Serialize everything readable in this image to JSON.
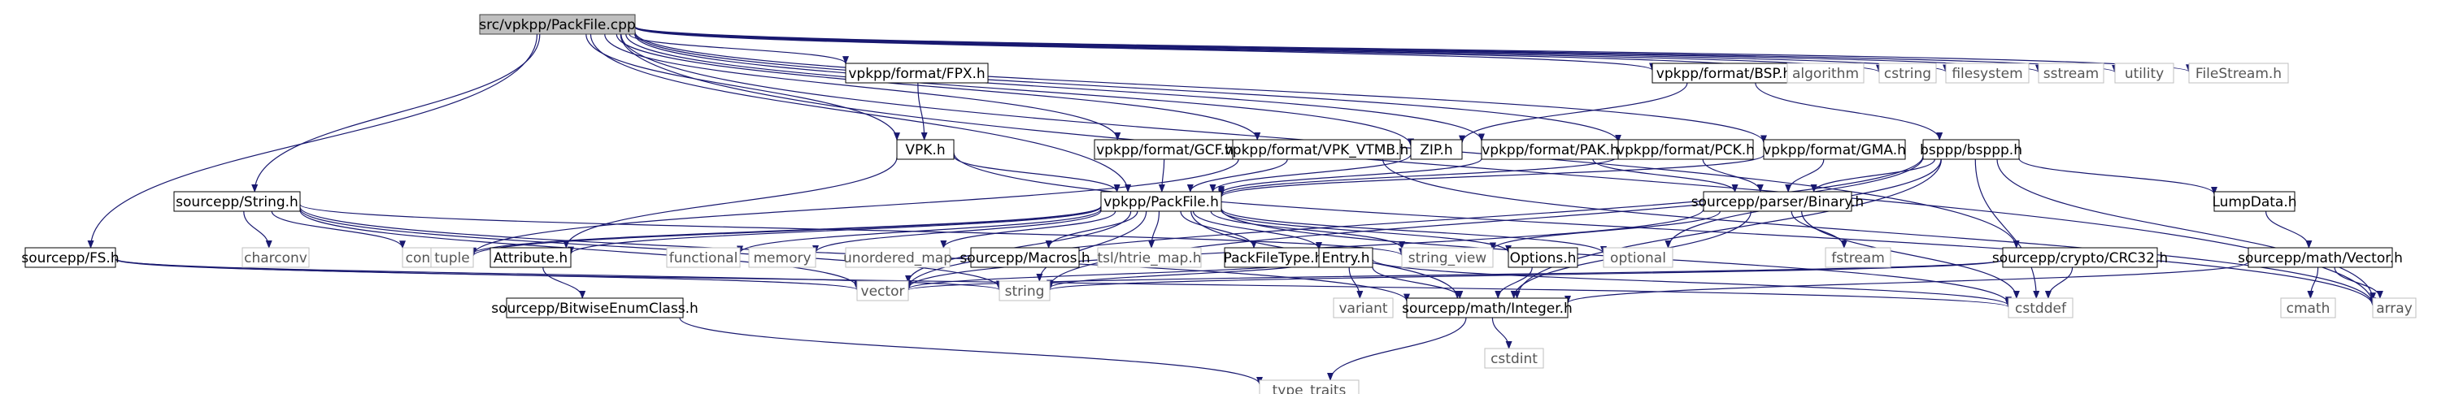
{
  "diagram": {
    "nodes": [
      {
        "id": "src",
        "label": "src/vpkpp/PackFile.cpp",
        "style": "root"
      },
      {
        "id": "fpx",
        "label": "vpkpp/format/FPX.h",
        "style": "box"
      },
      {
        "id": "vpk",
        "label": "VPK.h",
        "style": "box"
      },
      {
        "id": "bsp",
        "label": "vpkpp/format/BSP.h",
        "style": "box"
      },
      {
        "id": "gcf",
        "label": "vpkpp/format/GCF.h",
        "style": "box"
      },
      {
        "id": "vtmb",
        "label": "vpkpp/format/VPK_VTMB.h",
        "style": "box"
      },
      {
        "id": "zip",
        "label": "ZIP.h",
        "style": "box"
      },
      {
        "id": "pak",
        "label": "vpkpp/format/PAK.h",
        "style": "box"
      },
      {
        "id": "pck",
        "label": "vpkpp/format/PCK.h",
        "style": "box"
      },
      {
        "id": "gma",
        "label": "vpkpp/format/GMA.h",
        "style": "box"
      },
      {
        "id": "bsppp",
        "label": "bsppp/bsppp.h",
        "style": "box"
      },
      {
        "id": "packfile",
        "label": "vpkpp/PackFile.h",
        "style": "box"
      },
      {
        "id": "binary",
        "label": "sourcepp/parser/Binary.h",
        "style": "box"
      },
      {
        "id": "lumpdata",
        "label": "LumpData.h",
        "style": "box"
      },
      {
        "id": "string_h",
        "label": "sourcepp/String.h",
        "style": "box"
      },
      {
        "id": "fs",
        "label": "sourcepp/FS.h",
        "style": "box"
      },
      {
        "id": "attribute",
        "label": "Attribute.h",
        "style": "box"
      },
      {
        "id": "macros",
        "label": "sourcepp/Macros.h",
        "style": "box"
      },
      {
        "id": "packfiletype",
        "label": "PackFileType.h",
        "style": "box"
      },
      {
        "id": "entry",
        "label": "Entry.h",
        "style": "box"
      },
      {
        "id": "options",
        "label": "Options.h",
        "style": "box"
      },
      {
        "id": "crc32",
        "label": "sourcepp/crypto/CRC32.h",
        "style": "box"
      },
      {
        "id": "vector_h",
        "label": "sourcepp/math/Vector.h",
        "style": "box"
      },
      {
        "id": "bitwise",
        "label": "sourcepp/BitwiseEnumClass.h",
        "style": "box"
      },
      {
        "id": "integer",
        "label": "sourcepp/math/Integer.h",
        "style": "box"
      },
      {
        "id": "algorithm",
        "label": "algorithm",
        "style": "std"
      },
      {
        "id": "cstring",
        "label": "cstring",
        "style": "std"
      },
      {
        "id": "filesystem",
        "label": "filesystem",
        "style": "std"
      },
      {
        "id": "sstream",
        "label": "sstream",
        "style": "std"
      },
      {
        "id": "utility",
        "label": "utility",
        "style": "std"
      },
      {
        "id": "filestream",
        "label": "FileStream.h",
        "style": "std"
      },
      {
        "id": "charconv",
        "label": "charconv",
        "style": "std"
      },
      {
        "id": "concepts",
        "label": "concepts",
        "style": "std"
      },
      {
        "id": "tuple",
        "label": "tuple",
        "style": "std"
      },
      {
        "id": "functional",
        "label": "functional",
        "style": "std"
      },
      {
        "id": "memory",
        "label": "memory",
        "style": "std"
      },
      {
        "id": "unordered_map",
        "label": "unordered_map",
        "style": "std"
      },
      {
        "id": "htrie",
        "label": "tsl/htrie_map.h",
        "style": "std"
      },
      {
        "id": "string_view",
        "label": "string_view",
        "style": "std"
      },
      {
        "id": "optional",
        "label": "optional",
        "style": "std"
      },
      {
        "id": "fstream",
        "label": "fstream",
        "style": "std"
      },
      {
        "id": "vector",
        "label": "vector",
        "style": "std"
      },
      {
        "id": "string",
        "label": "string",
        "style": "std"
      },
      {
        "id": "variant",
        "label": "variant",
        "style": "std"
      },
      {
        "id": "cstddef",
        "label": "cstddef",
        "style": "std"
      },
      {
        "id": "cmath",
        "label": "cmath",
        "style": "std"
      },
      {
        "id": "array",
        "label": "array",
        "style": "std"
      },
      {
        "id": "cstdint",
        "label": "cstdint",
        "style": "std"
      },
      {
        "id": "type_traits",
        "label": "type_traits",
        "style": "std"
      }
    ],
    "edges": [
      [
        "src",
        "fpx"
      ],
      [
        "src",
        "vpk"
      ],
      [
        "src",
        "bsp"
      ],
      [
        "src",
        "gcf"
      ],
      [
        "src",
        "vtmb"
      ],
      [
        "src",
        "zip"
      ],
      [
        "src",
        "pak"
      ],
      [
        "src",
        "pck"
      ],
      [
        "src",
        "gma"
      ],
      [
        "src",
        "packfile"
      ],
      [
        "src",
        "string_h"
      ],
      [
        "src",
        "fs"
      ],
      [
        "src",
        "crc32"
      ],
      [
        "src",
        "algorithm"
      ],
      [
        "src",
        "cstring"
      ],
      [
        "src",
        "filesystem"
      ],
      [
        "src",
        "sstream"
      ],
      [
        "src",
        "utility"
      ],
      [
        "src",
        "filestream"
      ],
      [
        "src",
        "array"
      ],
      [
        "fpx",
        "vpk"
      ],
      [
        "vpk",
        "packfile"
      ],
      [
        "vpk",
        "attribute"
      ],
      [
        "vpk",
        "array"
      ],
      [
        "bsp",
        "zip"
      ],
      [
        "bsp",
        "bsppp"
      ],
      [
        "gcf",
        "packfile"
      ],
      [
        "vtmb",
        "packfile"
      ],
      [
        "vtmb",
        "tuple"
      ],
      [
        "vtmb",
        "array"
      ],
      [
        "zip",
        "packfile"
      ],
      [
        "pak",
        "packfile"
      ],
      [
        "pak",
        "binary"
      ],
      [
        "pck",
        "packfile"
      ],
      [
        "pck",
        "binary"
      ],
      [
        "gma",
        "packfile"
      ],
      [
        "gma",
        "binary"
      ],
      [
        "bsppp",
        "binary"
      ],
      [
        "bsppp",
        "lumpdata"
      ],
      [
        "bsppp",
        "optional"
      ],
      [
        "bsppp",
        "vector"
      ],
      [
        "bsppp",
        "string"
      ],
      [
        "bsppp",
        "integer"
      ],
      [
        "bsppp",
        "cstddef"
      ],
      [
        "bsppp",
        "array"
      ],
      [
        "packfile",
        "tuple"
      ],
      [
        "packfile",
        "attribute"
      ],
      [
        "packfile",
        "concepts"
      ],
      [
        "packfile",
        "functional"
      ],
      [
        "packfile",
        "memory"
      ],
      [
        "packfile",
        "unordered_map"
      ],
      [
        "packfile",
        "macros"
      ],
      [
        "packfile",
        "htrie"
      ],
      [
        "packfile",
        "packfiletype"
      ],
      [
        "packfile",
        "entry"
      ],
      [
        "packfile",
        "string_view"
      ],
      [
        "packfile",
        "options"
      ],
      [
        "packfile",
        "optional"
      ],
      [
        "packfile",
        "vector"
      ],
      [
        "packfile",
        "string"
      ],
      [
        "packfile",
        "integer"
      ],
      [
        "packfile",
        "cstddef"
      ],
      [
        "binary",
        "string_view"
      ],
      [
        "binary",
        "fstream"
      ],
      [
        "binary",
        "vector"
      ],
      [
        "binary",
        "integer"
      ],
      [
        "binary",
        "cstddef"
      ],
      [
        "lumpdata",
        "vector_h"
      ],
      [
        "string_h",
        "charconv"
      ],
      [
        "string_h",
        "concepts"
      ],
      [
        "string_h",
        "string_view"
      ],
      [
        "string_h",
        "vector"
      ],
      [
        "string_h",
        "string"
      ],
      [
        "string_h",
        "integer"
      ],
      [
        "fs",
        "vector"
      ],
      [
        "fs",
        "string"
      ],
      [
        "fs",
        "cstddef"
      ],
      [
        "attribute",
        "bitwise"
      ],
      [
        "bitwise",
        "type_traits"
      ],
      [
        "entry",
        "vector"
      ],
      [
        "entry",
        "string"
      ],
      [
        "entry",
        "variant"
      ],
      [
        "entry",
        "integer"
      ],
      [
        "entry",
        "cstddef"
      ],
      [
        "options",
        "integer"
      ],
      [
        "crc32",
        "vector"
      ],
      [
        "crc32",
        "string"
      ],
      [
        "crc32",
        "cstddef"
      ],
      [
        "vector_h",
        "cmath"
      ],
      [
        "vector_h",
        "array"
      ],
      [
        "vector_h",
        "integer"
      ],
      [
        "integer",
        "cstdint"
      ],
      [
        "integer",
        "type_traits"
      ]
    ]
  }
}
